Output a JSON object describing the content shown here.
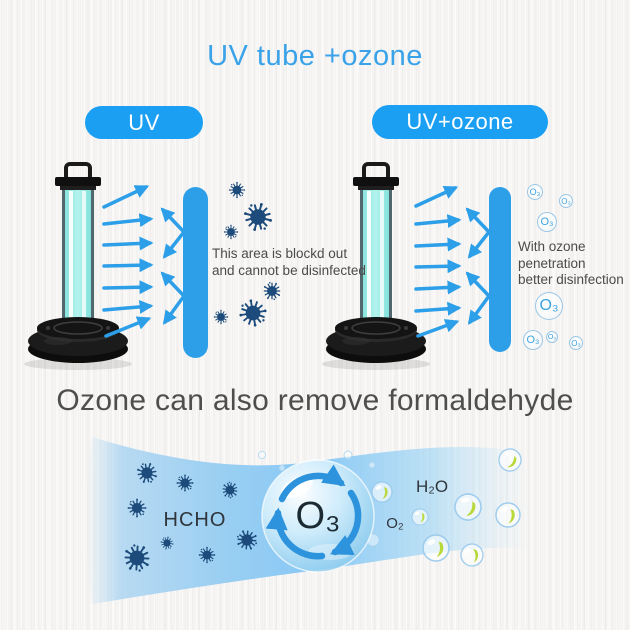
{
  "title": "UV tube +ozone",
  "panels": {
    "left": {
      "label": "UV",
      "caption": [
        "This area is blockd out",
        "and cannot be disinfected"
      ]
    },
    "right": {
      "label": "UV+ozone",
      "caption": [
        "With ozone",
        "penetration",
        "better disinfection"
      ],
      "bubble_label": "O₃"
    }
  },
  "bottom": {
    "heading": "Ozone can also remove formaldehyde",
    "labels": {
      "hcho": "HCHO",
      "ozone": "O₃",
      "h2o": "H₂O",
      "o2": "O₂"
    }
  },
  "colors": {
    "title_blue": "#3aa2e8",
    "pill_blue": "#1b9ff2",
    "accent_blue": "#2d9fe9",
    "tube_cyan": "#8deee7",
    "virus_navy": "#1d4b7b",
    "leaf_green": "#b9d83a",
    "ribbon_blue": "#8ec8f0",
    "text_gray": "#4b4b4b",
    "heading_gray": "#4e4e4e"
  },
  "icons": {
    "lamp": "uv-lamp-icon",
    "virus": "virus-icon",
    "ray_arrow": "ray-arrow-icon",
    "bounce_arrow": "bounce-arrow-icon",
    "barrier": "barrier-bar",
    "ozone_bubble": "ozone-bubble",
    "clean_air_bubble": "clean-air-bubble-icon",
    "recycle_arrows": "recycle-arrows-icon"
  }
}
